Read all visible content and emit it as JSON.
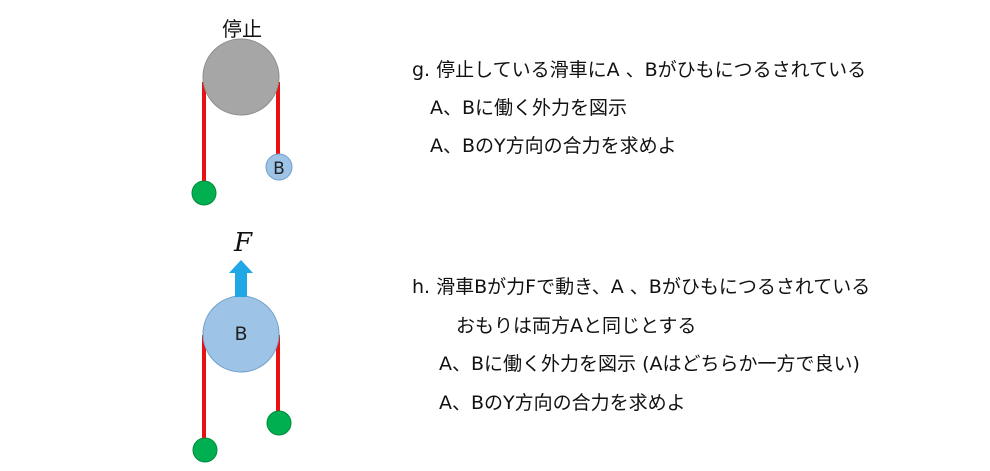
{
  "colors": {
    "stopped_pulley": "#a6a6a6",
    "moving_pulley": "#9dc3e6",
    "rope": "#e81010",
    "weight_green": "#00b050",
    "arrow": "#1fa7e6"
  },
  "top_diagram": {
    "pulley_label": "停止",
    "weight_b_label": "B"
  },
  "bottom_diagram": {
    "force_label": "F",
    "pulley_label": "B"
  },
  "problem_g": {
    "line1": "g. 停止している滑車にA 、Bがひもにつるされている",
    "line2": "A、Bに働く外力を図示",
    "line3": "A、BのY方向の合力を求めよ"
  },
  "problem_h": {
    "line1": "h. 滑車Bが力Fで動き、A 、Bがひもにつるされている",
    "line2": "おもりは両方Aと同じとする",
    "line3": "A、Bに働く外力を図示 (Aはどちらか一方で良い)",
    "line4": "A、BのY方向の合力を求めよ"
  }
}
